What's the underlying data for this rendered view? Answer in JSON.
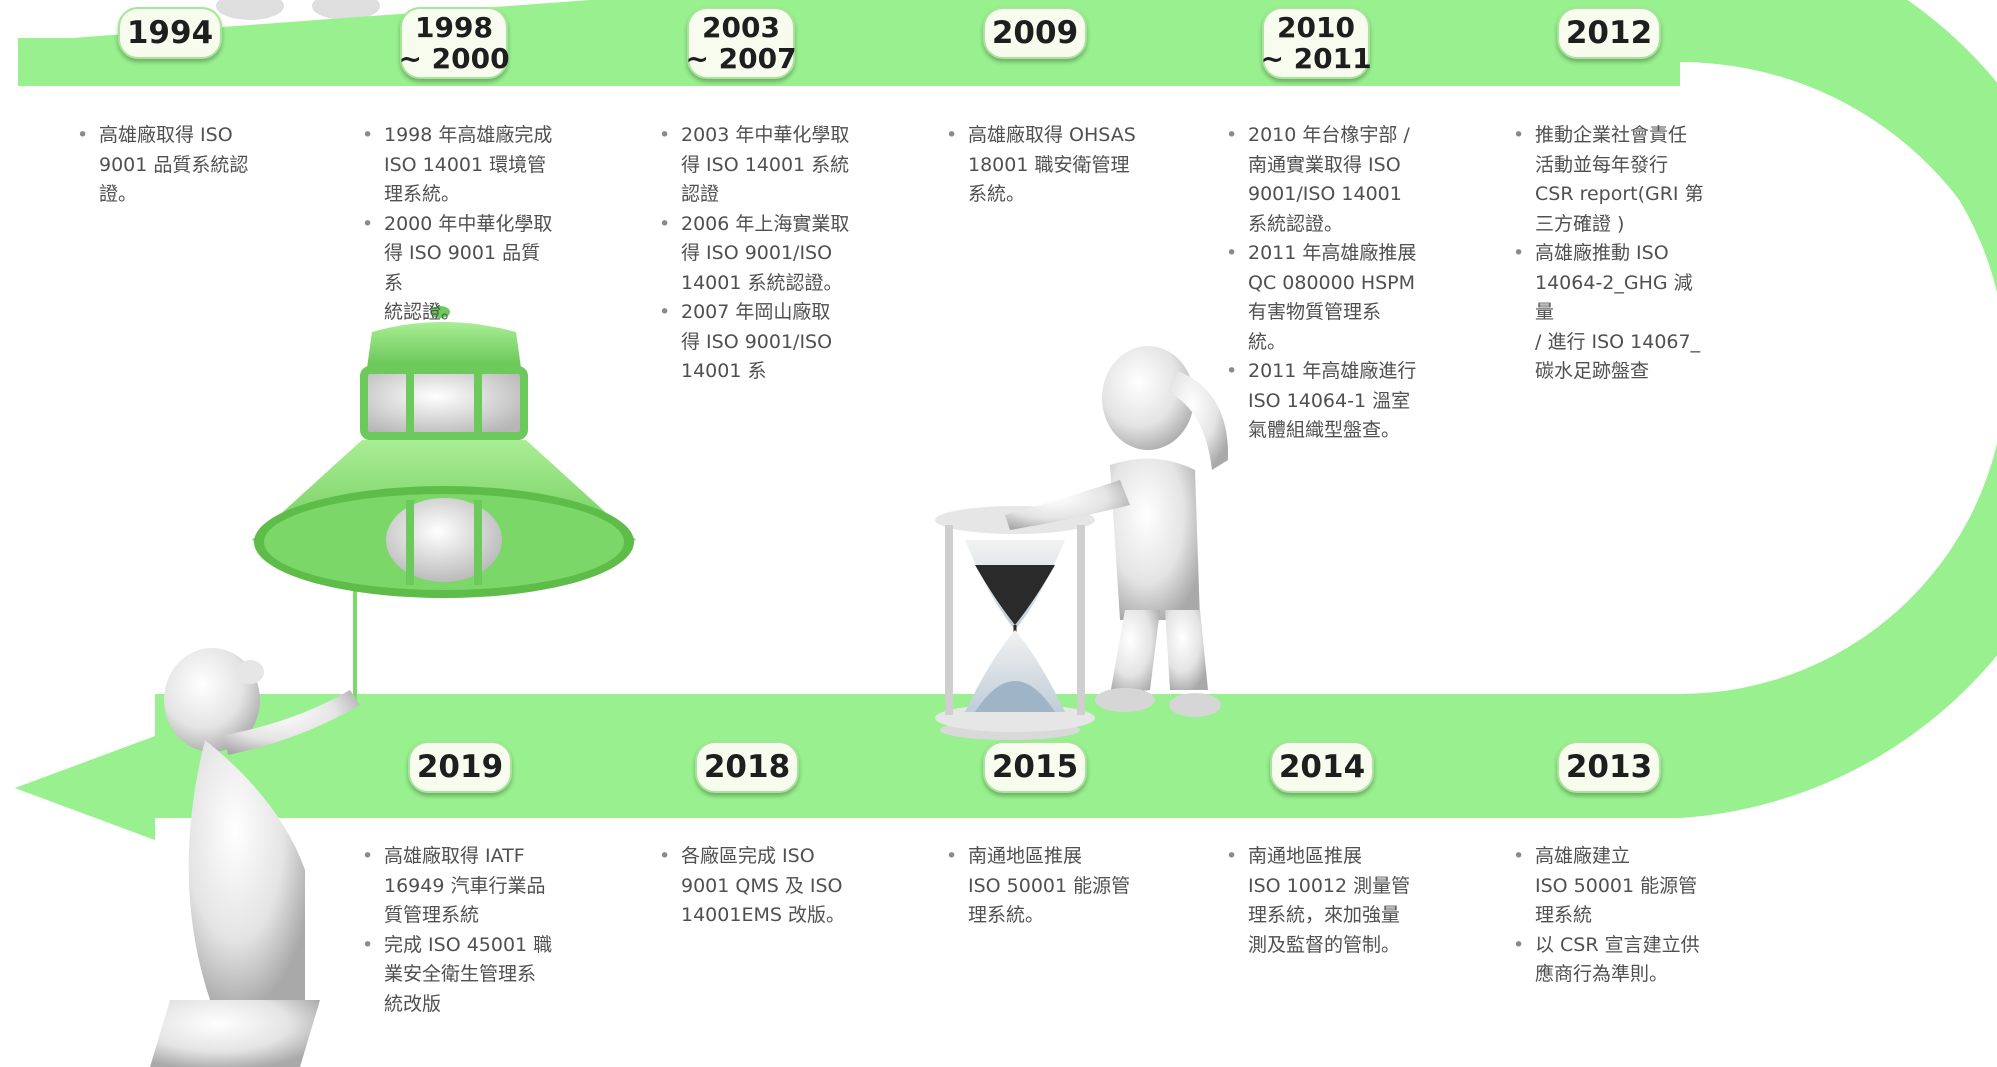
{
  "timeline_top": [
    {
      "year": "1994",
      "items": [
        "高雄廠取得 ISO\n9001 品質系統認\n證。"
      ]
    },
    {
      "year": "1998\n~ 2000",
      "items": [
        "1998 年高雄廠完成\nISO 14001 環境管\n理系統。",
        "2000 年中華化學取\n得 ISO 9001 品質系\n統認證。"
      ]
    },
    {
      "year": "2003\n~ 2007",
      "items": [
        "2003 年中華化學取\n得 ISO 14001 系統\n認證",
        "2006 年上海實業取\n得 ISO 9001/ISO\n14001 系統認證。",
        "2007 年岡山廠取\n得 ISO 9001/ISO\n14001 系"
      ]
    },
    {
      "year": "2009",
      "items": [
        "高雄廠取得 OHSAS\n18001 職安衛管理\n系統。"
      ]
    },
    {
      "year": "2010\n~ 2011",
      "items": [
        "2010 年台橡宇部 /\n南通實業取得 ISO\n9001/ISO 14001\n系統認證。",
        "2011 年高雄廠推展\nQC 080000 HSPM\n有害物質管理系\n統。",
        "2011 年高雄廠進行\nISO 14064-1 溫室\n氣體組織型盤查。"
      ]
    },
    {
      "year": "2012",
      "items": [
        "推動企業社會責任\n活動並每年發行\nCSR report(GRI 第\n三方確證 )",
        "高雄廠推動 ISO\n14064-2_GHG 減量\n/ 進行 ISO 14067_\n碳水足跡盤查"
      ]
    }
  ],
  "timeline_bottom": [
    {
      "year": "2019",
      "items": [
        "高雄廠取得 IATF\n16949 汽車行業品\n質管理系統",
        "完成 ISO 45001 職\n業安全衛生管理系\n統改版"
      ]
    },
    {
      "year": "2018",
      "items": [
        "各廠區完成 ISO\n9001 QMS 及 ISO\n14001EMS 改版。"
      ]
    },
    {
      "year": "2015",
      "items": [
        "南通地區推展\nISO 50001 能源管\n理系統。"
      ]
    },
    {
      "year": "2014",
      "items": [
        "南通地區推展\nISO 10012 測量管\n理系統，來加強量\n測及監督的管制。"
      ]
    },
    {
      "year": "2013",
      "items": [
        "高雄廠建立\nISO 50001 能源管\n理系統",
        "以 CSR 宣言建立供\n應商行為準則。"
      ]
    }
  ],
  "colors": {
    "arrow": "#98f08e",
    "badge_fill": "#f7fcef",
    "badge_border": "#a6e59a",
    "text": "#505050",
    "lamp": "#7cd96a"
  },
  "illustrations": [
    "green-lamp-illustration",
    "figure-with-hourglass-illustration",
    "figure-pulling-cord-illustration"
  ]
}
